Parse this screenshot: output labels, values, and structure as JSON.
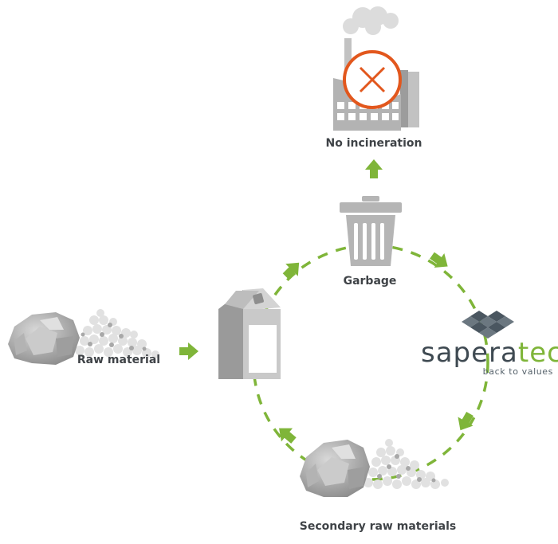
{
  "labels": {
    "no_incineration": "No incineration",
    "garbage": "Garbage",
    "raw_material": "Raw material",
    "secondary_raw_materials": "Secondary raw materials"
  },
  "brand": {
    "name_part1": "sapera",
    "name_part2": "tec",
    "tagline": "back to values"
  },
  "icons": [
    "factory-icon",
    "prohibited-icon",
    "trash-can-icon",
    "milk-carton-icon",
    "rock-pile-icon",
    "logo-icon"
  ],
  "colors": {
    "accent_green": "#7fb539",
    "prohibit_orange": "#e2571d",
    "icon_gray": "#b9b9b9",
    "label_text": "#3f4347",
    "brand_dark": "#3f4a52"
  }
}
